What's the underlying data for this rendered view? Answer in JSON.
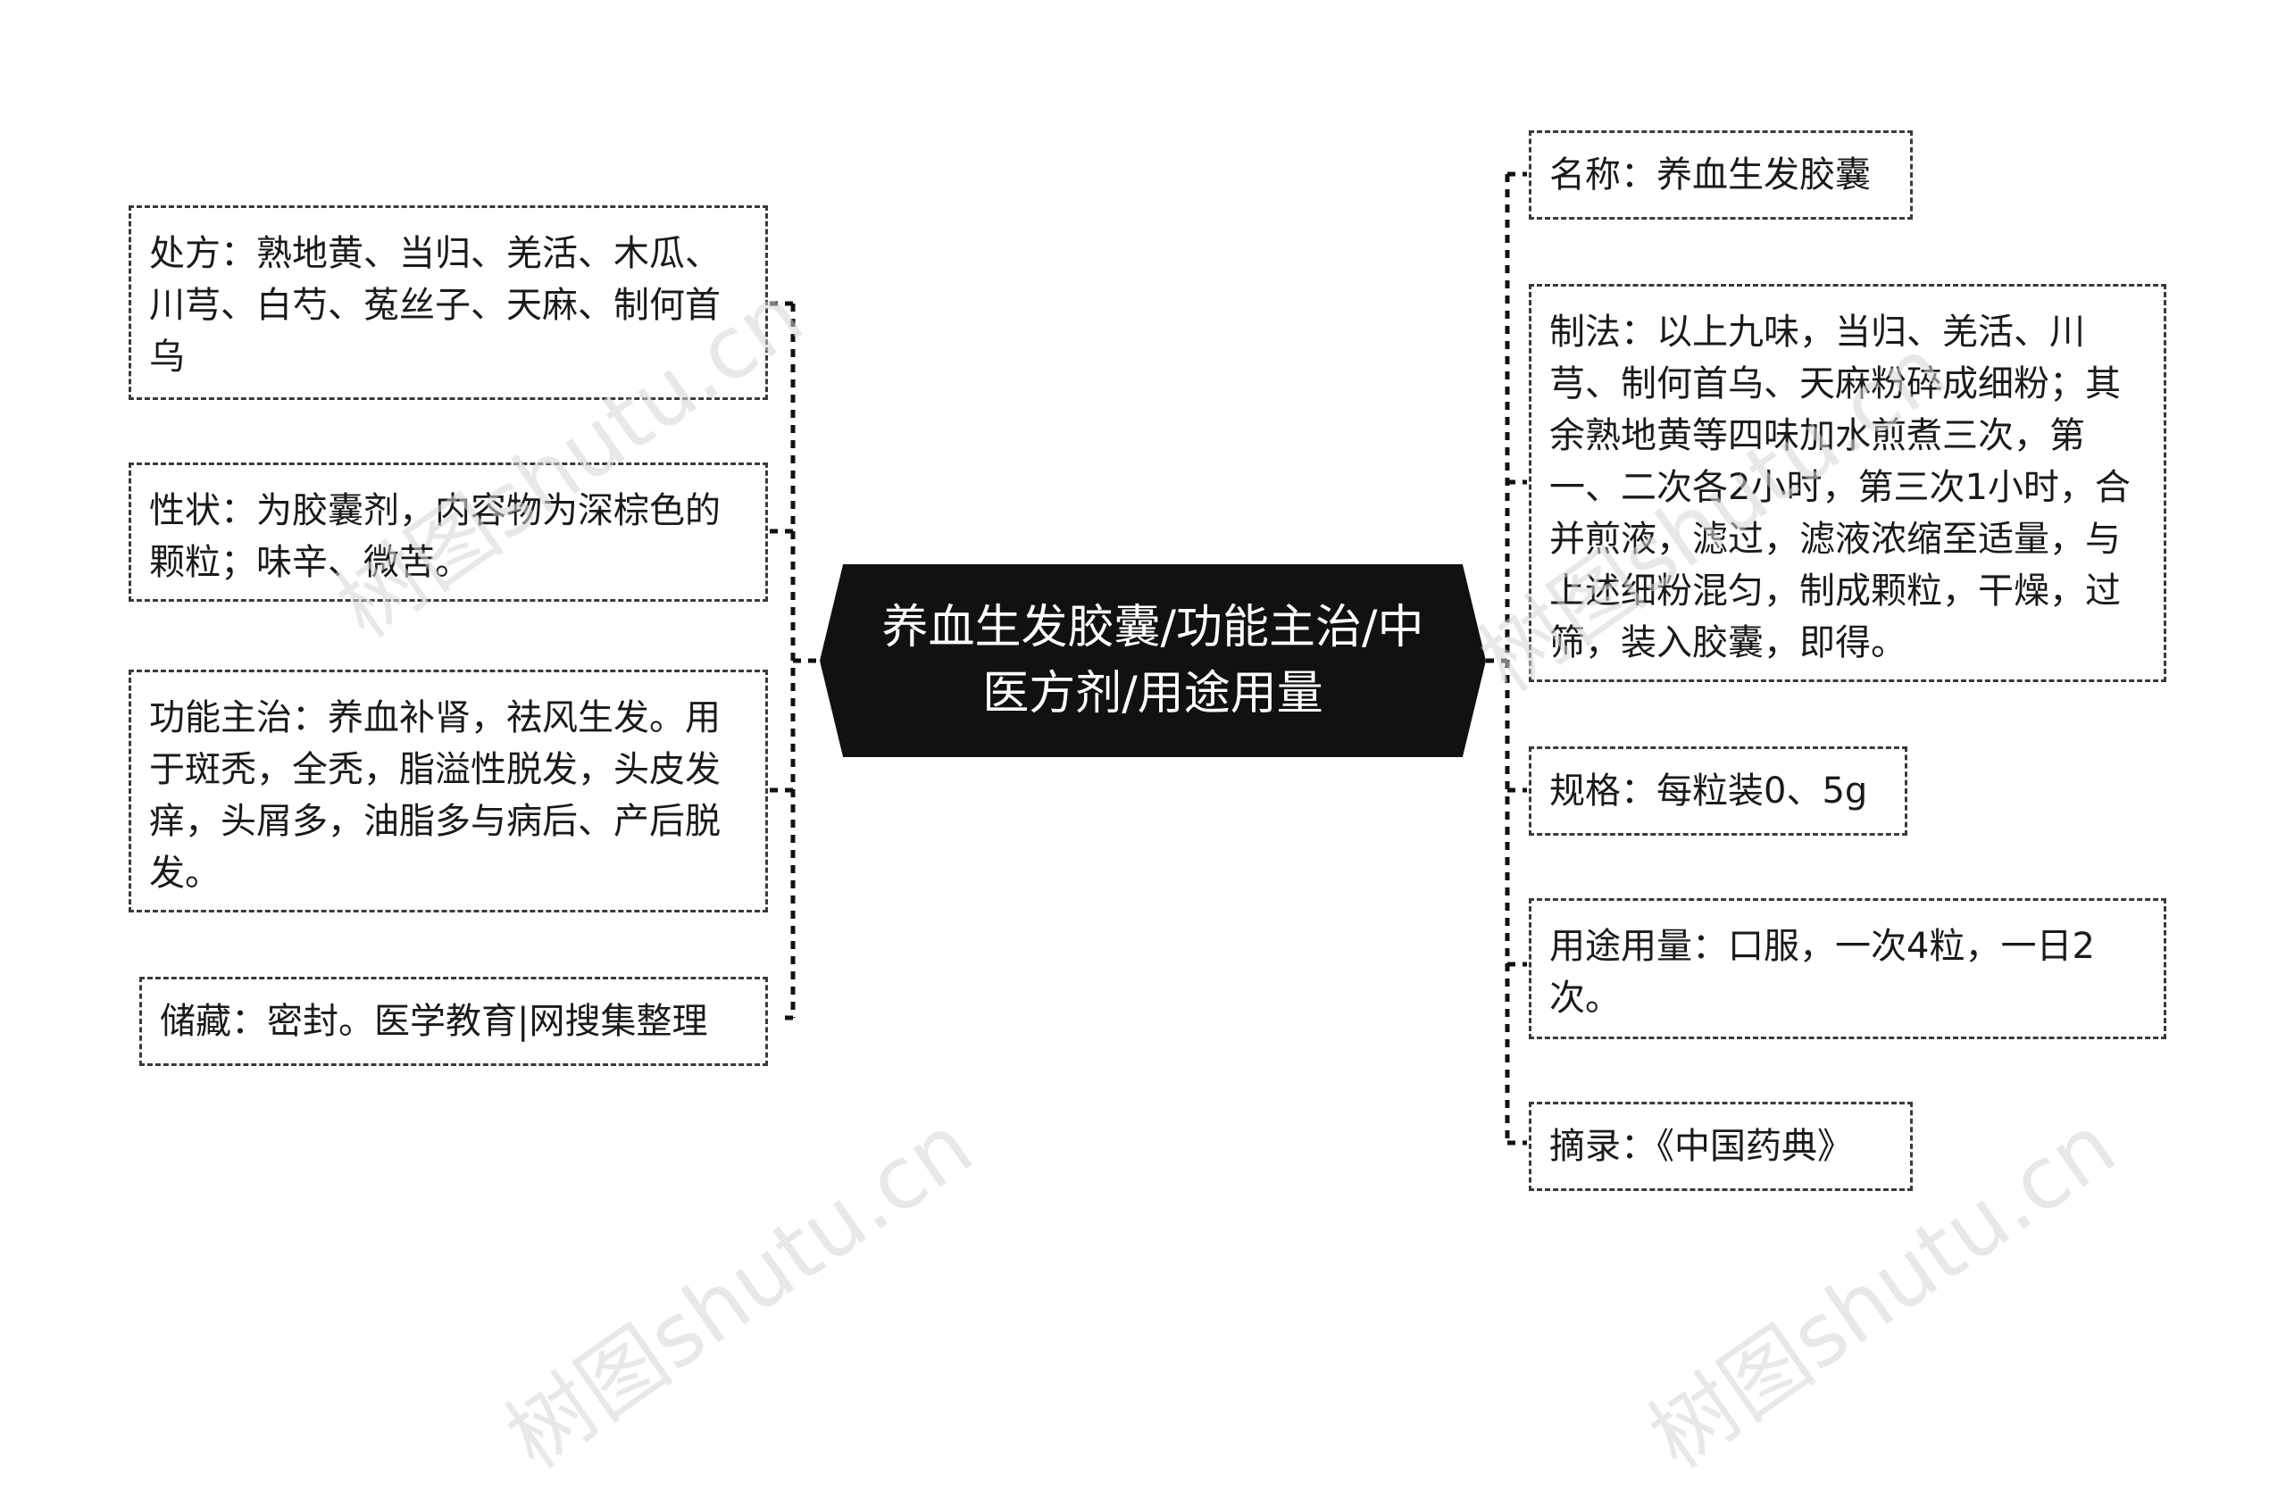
{
  "center": {
    "title": "养血生发胶囊/功能主治/中医方剂/用途用量"
  },
  "left_nodes": [
    {
      "text": "处方：熟地黄、当归、羌活、木瓜、川芎、白芍、菟丝子、天麻、制何首乌"
    },
    {
      "text": "性状：为胶囊剂，内容物为深棕色的颗粒；味辛、微苦。"
    },
    {
      "text": "功能主治：养血补肾，祛风生发。用于斑秃，全秃，脂溢性脱发，头皮发痒，头屑多，油脂多与病后、产后脱发。"
    },
    {
      "text": "储藏：密封。医学教育|网搜集整理"
    }
  ],
  "right_nodes": [
    {
      "text": "名称：养血生发胶囊"
    },
    {
      "text": "制法：以上九味，当归、羌活、川芎、制何首乌、天麻粉碎成细粉；其余熟地黄等四味加水煎煮三次，第一、二次各2小时，第三次1小时，合并煎液，滤过，滤液浓缩至适量，与上述细粉混匀，制成颗粒，干燥，过筛，装入胶囊，即得。"
    },
    {
      "text": "规格：每粒装0、5g"
    },
    {
      "text": "用途用量：口服，一次4粒，一日2次。"
    },
    {
      "text": "摘录：《中国药典》"
    }
  ],
  "watermark": {
    "text": "树图shutu.cn"
  },
  "colors": {
    "center_bg": "#111111",
    "center_text": "#ffffff",
    "border": "#3a3a3a",
    "connector": "#111111"
  }
}
